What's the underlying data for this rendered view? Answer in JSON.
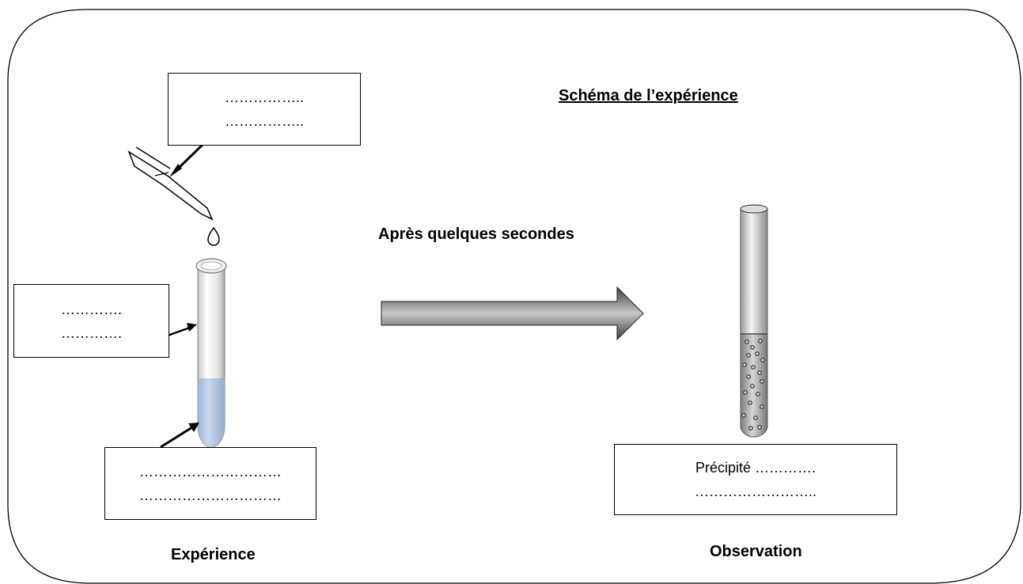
{
  "title": "Schéma de l’expérience",
  "transition_label": "Après quelques secondes",
  "left_caption": "Expérience",
  "right_caption": "Observation",
  "label_boxes": {
    "pipette": {
      "line1": "……………..",
      "line2": "…………….."
    },
    "tube": {
      "line1": "………….",
      "line2": "…………."
    },
    "solution": {
      "line1": "…………………………",
      "line2": "…………………………"
    },
    "precipitate": {
      "line1": "Précipité ………….",
      "line2": "…………………….."
    }
  },
  "colors": {
    "solution": "#b9cce5",
    "arrow_dark": "#3e3e3e",
    "arrow_light": "#c8c8c8",
    "particles": "#2a2a2a"
  }
}
